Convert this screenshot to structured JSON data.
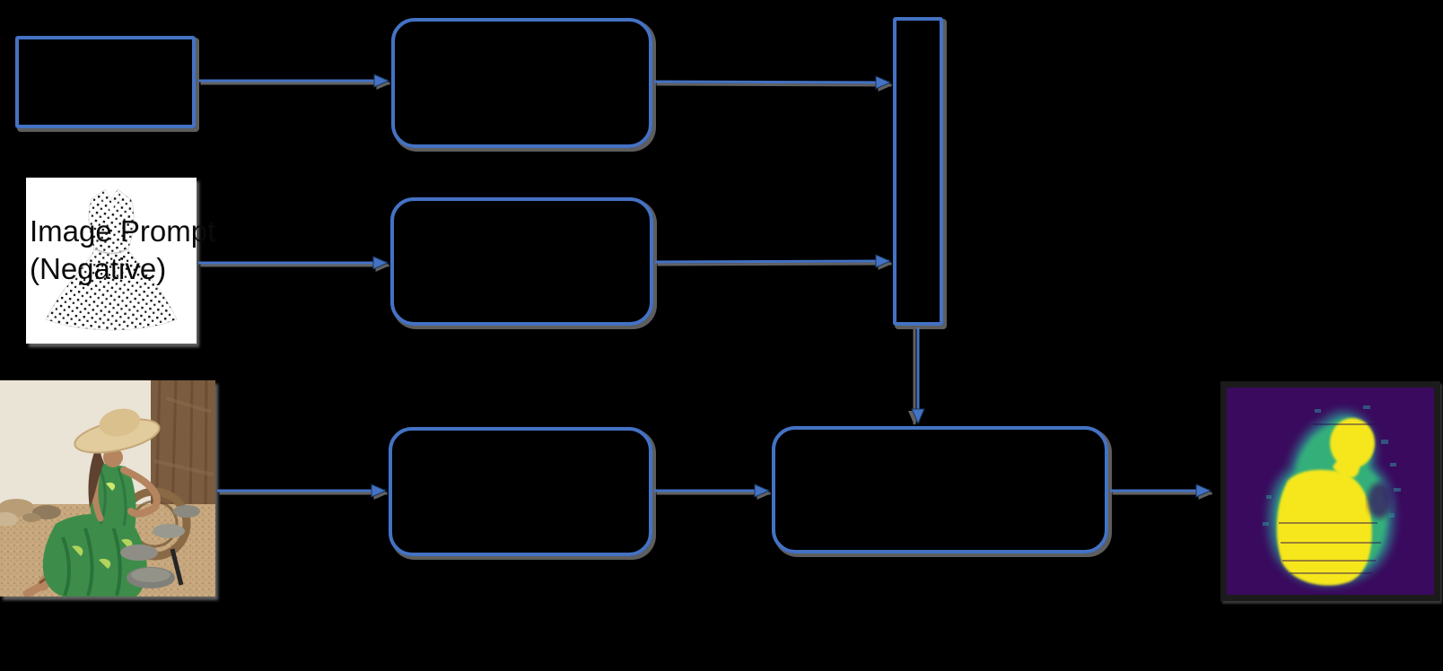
{
  "figure": {
    "type": "flow-diagram",
    "background": "#000000",
    "description_visible_text_only": true
  },
  "labels": {
    "negative_image_prompt": {
      "line1": "Image Prompt",
      "line2": "(Negative)"
    }
  },
  "colors": {
    "node_border": "#4472C4",
    "arrow": "#4472C4",
    "arrowhead_outline": "#17375e",
    "shadow_gray": "#6d6d6d",
    "dress_image_background": "#ffffff",
    "dress_dots": "#111111",
    "heatmap": {
      "frame": "#1b1b1b",
      "background": "#3a0a5e",
      "low": "#2e7f8e",
      "mid": "#35b779",
      "high": "#f5e71f"
    }
  },
  "nodes": [
    {
      "id": "input-rect",
      "shape": "rectangle",
      "label": ""
    },
    {
      "id": "encoder-top",
      "shape": "rounded-rectangle",
      "label": ""
    },
    {
      "id": "encoder-middle",
      "shape": "rounded-rectangle",
      "label": ""
    },
    {
      "id": "concat-bar",
      "shape": "tall-rectangle",
      "label": ""
    },
    {
      "id": "encoder-bottom",
      "shape": "rounded-rectangle",
      "label": ""
    },
    {
      "id": "fusion-wide",
      "shape": "rounded-rectangle",
      "label": ""
    },
    {
      "id": "negative-prompt-image",
      "shape": "image",
      "content": "white polka-dot dress product photo"
    },
    {
      "id": "source-photo-image",
      "shape": "image",
      "content": "woman in straw hat and green tropical maxi dress seated on rattan chair"
    },
    {
      "id": "attention-heatmap-image",
      "shape": "image",
      "content": "viridis attention heatmap with yellow figure-shaped blob on purple"
    }
  ],
  "edges": [
    {
      "from": "input-rect",
      "to": "encoder-top"
    },
    {
      "from": "encoder-top",
      "to": "concat-bar"
    },
    {
      "from": "negative-prompt-image",
      "to": "encoder-middle"
    },
    {
      "from": "encoder-middle",
      "to": "concat-bar"
    },
    {
      "from": "concat-bar",
      "to": "fusion-wide"
    },
    {
      "from": "source-photo-image",
      "to": "encoder-bottom"
    },
    {
      "from": "encoder-bottom",
      "to": "fusion-wide"
    },
    {
      "from": "fusion-wide",
      "to": "attention-heatmap-image"
    }
  ]
}
